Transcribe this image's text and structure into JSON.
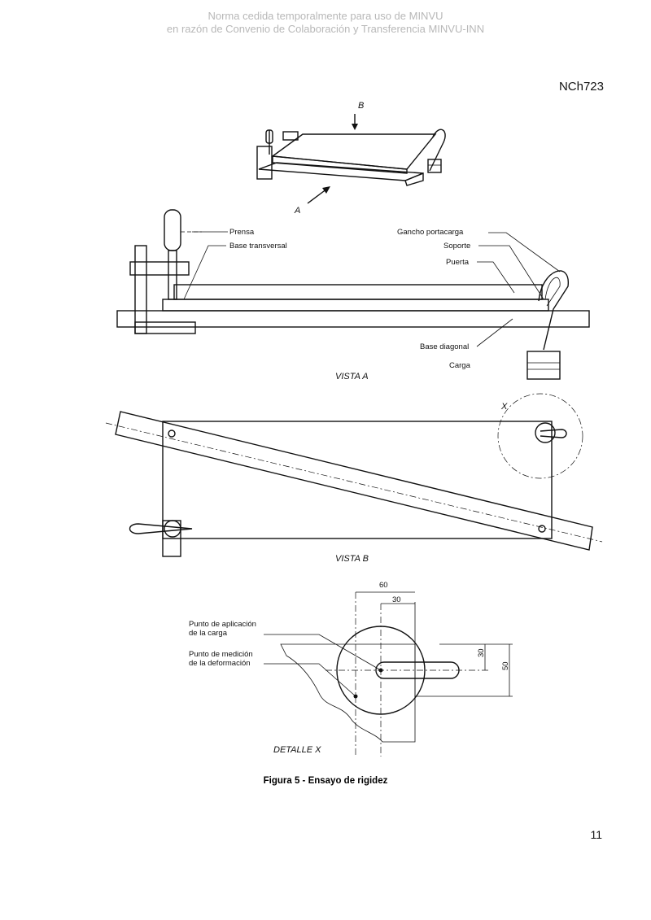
{
  "watermark": {
    "line1": "Norma cedida temporalmente para uso de MINVU",
    "line2": "en razón de Convenio de Colaboración y Transferencia MINVU-INN"
  },
  "header": {
    "doc_ref": "NCh723"
  },
  "figure": {
    "caption": "Figura 5 - Ensayo de rigidez",
    "iso_view": {
      "arrow_b": "B",
      "arrow_a": "A"
    },
    "vista_a": {
      "title": "VISTA A",
      "labels": {
        "prensa": "Prensa",
        "base_transversal": "Base transversal",
        "gancho": "Gancho portacarga",
        "soporte": "Soporte",
        "puerta": "Puerta",
        "base_diagonal": "Base diagonal",
        "carga": "Carga"
      }
    },
    "vista_b": {
      "title": "VISTA B",
      "detail_mark": "X"
    },
    "detalle": {
      "title": "DETALLE X",
      "punto_carga_1": "Punto de aplicación",
      "punto_carga_2": "de la carga",
      "punto_medicion_1": "Punto de medición",
      "punto_medicion_2": "de la deformación",
      "dim_60": "60",
      "dim_30_top": "30",
      "dim_30_side": "30",
      "dim_50": "50"
    }
  },
  "footer": {
    "page_number": "11"
  }
}
